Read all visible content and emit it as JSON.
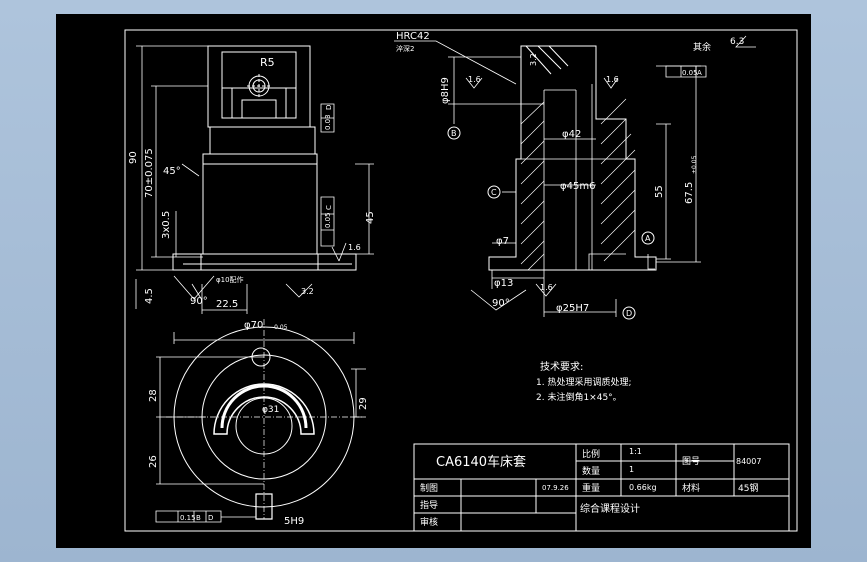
{
  "drawing": {
    "top_view_labels": {
      "radius": "R5",
      "height_total": "90",
      "height_tol": "70±0.075",
      "chamfer_angle": "45°",
      "depth": "3x0.5",
      "height_45": "45",
      "offset_45": "4.5",
      "groove_angle": "90°",
      "width_225": "22.5",
      "hole_note": "φ10配作",
      "roughness_32": "3.2",
      "tol_perp_d": "0.03",
      "tol_perp_d_ref": "D",
      "tol_perp_c": "0.05",
      "tol_perp_c_ref": "C",
      "roughness_16": "1.6"
    },
    "section_labels": {
      "hardness": "HRC42",
      "quench": "淬深2",
      "roughness_32": "3.2",
      "bore_small": "φ8H9",
      "ref_b": "B",
      "roughness_16a": "1.6",
      "roughness_16b": "1.6",
      "parallel_tol": "0.05",
      "parallel_ref": "A",
      "dia_42": "φ42",
      "dia_45": "φ45m6",
      "ref_c": "C",
      "height_55": "55",
      "height_675": "67.5",
      "height_675_tol": "±0.05",
      "dia_7": "φ7",
      "ref_a": "A",
      "dia_13": "φ13",
      "angle_90": "90°",
      "roughness_16c": "1.6",
      "dia_25": "φ25H7",
      "ref_d": "D",
      "rest_note": "其余",
      "rest_roughness": "6.3"
    },
    "bottom_view_labels": {
      "outer_dia": "φ70",
      "outer_dia_tol": "-0.05",
      "dim_28": "28",
      "dim_26": "26",
      "dim_29": "29",
      "inner_dia": "φ31",
      "sym_tol": "0.15",
      "sym_ref_b": "B",
      "sym_ref_d": "D",
      "slot": "5H9"
    },
    "notes": {
      "heading": "技术要求:",
      "line1": "1. 热处理采用调质处理;",
      "line2": "2. 未注倒角1×45°。"
    }
  },
  "title_block": {
    "part_name": "CA6140车床套",
    "scale_label": "比例",
    "scale_value": "1:1",
    "qty_label": "数量",
    "qty_value": "1",
    "drawing_no_label": "图号",
    "drawing_no": "84007",
    "drafted_label": "制图",
    "date": "07.9.26",
    "weight_label": "重量",
    "weight_value": "0.66kg",
    "material_label": "材料",
    "material_value": "45钢",
    "instructor_label": "指导",
    "reviewer_label": "审核",
    "school": "综合课程设计"
  }
}
